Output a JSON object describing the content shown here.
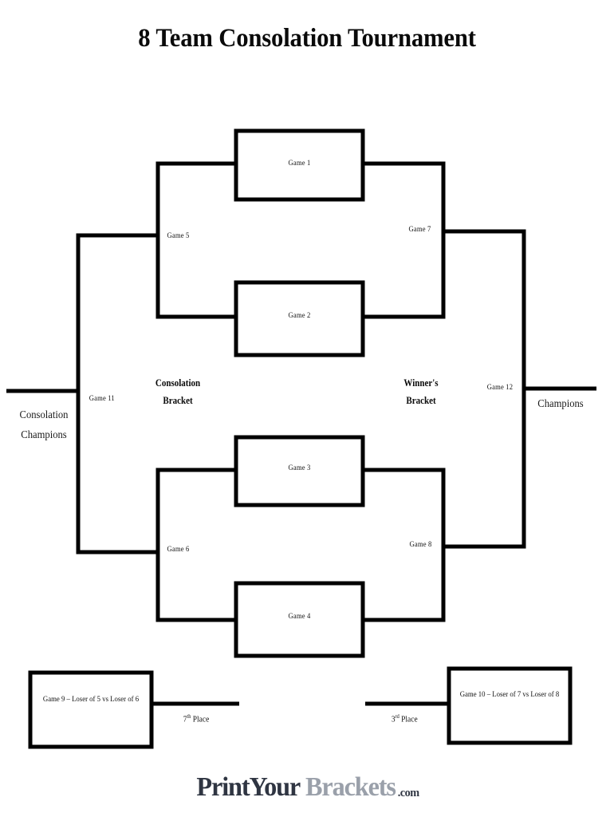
{
  "document": {
    "title": "8 Team Consolation Tournament"
  },
  "bracket": {
    "winners_bracket_label": "Winner's\nBracket",
    "winners_bracket_line1": "Winner's",
    "winners_bracket_line2": "Bracket",
    "consolation_bracket_line1": "Consolation",
    "consolation_bracket_line2": "Bracket",
    "games": [
      {
        "id": "game-1",
        "label": "Game 1"
      },
      {
        "id": "game-2",
        "label": "Game 2"
      },
      {
        "id": "game-3",
        "label": "Game 3"
      },
      {
        "id": "game-4",
        "label": "Game 4"
      },
      {
        "id": "game-5",
        "label": "Game 5"
      },
      {
        "id": "game-6",
        "label": "Game 6"
      },
      {
        "id": "game-7",
        "label": "Game 7"
      },
      {
        "id": "game-8",
        "label": "Game 8"
      },
      {
        "id": "game-11",
        "label": "Game 11"
      },
      {
        "id": "game-12",
        "label": "Game 12"
      }
    ],
    "outcomes": {
      "champions": "Champions",
      "consolation_champions_line1": "Consolation",
      "consolation_champions_line2": "Champions"
    },
    "consolation_games": {
      "game_9": "Game 9 – Loser of 5 vs Loser of 6",
      "game_10": "Game 10 – Loser of 7 vs Loser of 8",
      "seventh_place_number": "7",
      "seventh_place_ordinal": "th",
      "seventh_place_word": "Place",
      "third_place_number": "3",
      "third_place_ordinal": "rd",
      "third_place_word": "Place"
    }
  },
  "footer": {
    "logo_part1": "PrintYour",
    "logo_part2": "Brackets",
    "logo_part3": ".com"
  },
  "colors": {
    "ink": "#0a0a0a",
    "line": "#000000",
    "logo_dark": "#2f3542",
    "logo_grey": "#9aa0aa",
    "page_background": "#ffffff"
  }
}
